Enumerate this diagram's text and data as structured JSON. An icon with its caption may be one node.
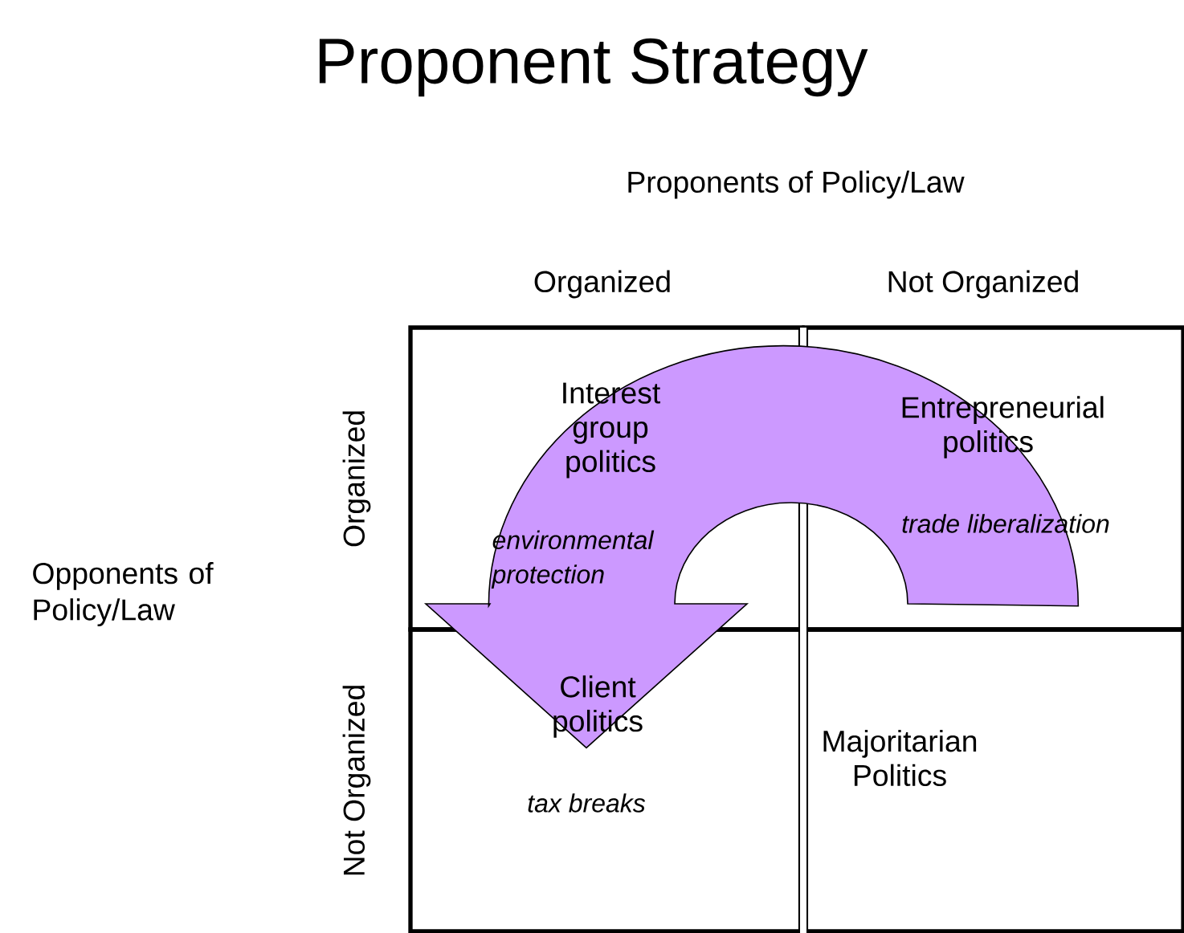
{
  "diagram": {
    "title": "Proponent Strategy",
    "nodes": [
      {
        "text": [
          "Interest group politics",
          "environmental protection"
        ]
      },
      {
        "text": [
          "Entrepreneurial politics",
          "trade liberalization"
        ]
      },
      {
        "text": [
          "Client politics",
          "tax breaks"
        ]
      },
      {
        "text": [
          "Majoritarian Politics"
        ]
      }
    ],
    "edges": [
      {
        "from": 1,
        "to": 2,
        "arrow": "to",
        "color": "#cc99ff"
      }
    ],
    "labels": [
      "Proponents of Policy/Law",
      "Organized",
      "Not Organized",
      "Opponents of Policy/Law",
      "Organized",
      "Not Organized"
    ]
  }
}
